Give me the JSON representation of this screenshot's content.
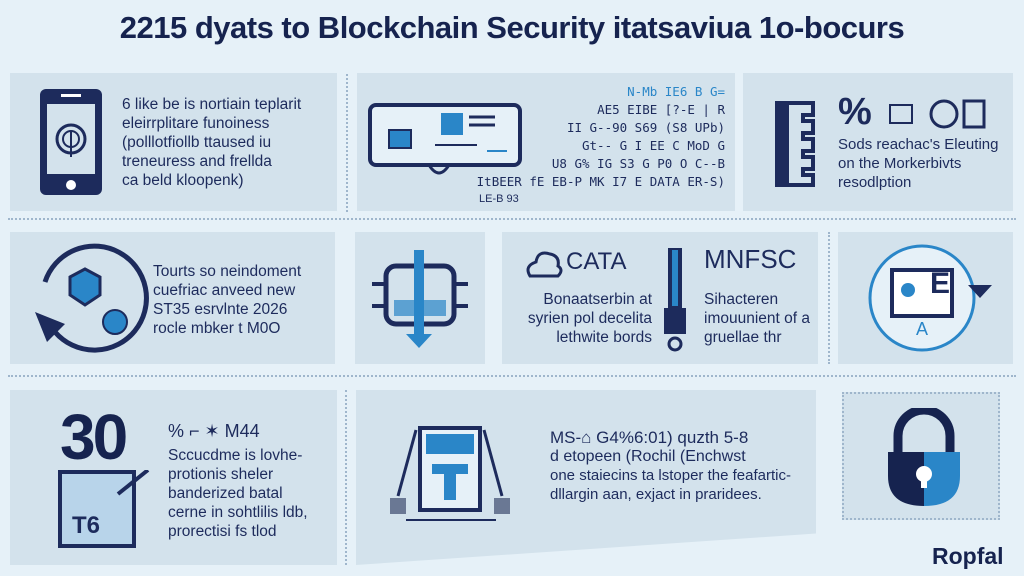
{
  "title": "2215 dyats to Blockchain Security itatsaviua 1o-bocurs",
  "row1": {
    "p1": {
      "lines": [
        "6 like be is nortiain teplarit",
        "eleirrplitare funoiness",
        "(polllotfiollb ttaused iu",
        "treneuress and frellda",
        "ca beld kloopenk)"
      ]
    },
    "p2": {
      "lines": [
        "N-Mb IE6 B G=",
        "AE5 EIBE [?-E | R",
        "II G--90 S69 (S8 UPb)",
        "Gt-- G I EE C MoD G",
        "U8 G% IG S3 G P0 O C--B",
        "ItBEER fE EB-P MK I7 E DATA ER-S)"
      ],
      "caption": "LE-B 93"
    },
    "p3": {
      "symbol": "%",
      "lines": [
        "Sods reachac's Eleuting",
        "on the Morkerbivts",
        "resodlption"
      ]
    }
  },
  "row2": {
    "p1": {
      "lines": [
        "Tourts so neindoment",
        "cuefriac anveed new",
        "ST35 esrvlnte 2026",
        "rocle mbker t M0O"
      ]
    },
    "p3": {
      "heading_left": "CATA",
      "lines_left": [
        "Bonaatserbin at",
        "syrien pol decelita",
        "lethwite bords"
      ],
      "heading_right": "MNFSC",
      "lines_right": [
        "Sihacteren",
        "imouunient of a",
        "gruellae thr"
      ]
    },
    "p4": {
      "icon_letters": "E",
      "icon_sub": "A"
    }
  },
  "row3": {
    "p1": {
      "big_number": "30",
      "box_label": "T6",
      "symbol": "% ⌐ ✶ M44",
      "lines": [
        "Sccucdme is lovhe-",
        "protionis sheler",
        "banderized batal",
        "cerne in sohtlilis ldb,",
        "prorectisi fs tlod"
      ]
    },
    "p2": {
      "lines": [
        "MS-⌂ G4%6:01) quzth 5-8",
        "d etopeen (Rochil (Enchwst",
        "one staiecins ta lstoper the feafartic-",
        "dllargin aan, exjact in praridees."
      ]
    }
  },
  "logo": "Ropfal",
  "colors": {
    "navy": "#1d2b5c",
    "blue": "#2a86c8",
    "panel": "#d3e2ec",
    "bg": "#e6f1f8"
  }
}
